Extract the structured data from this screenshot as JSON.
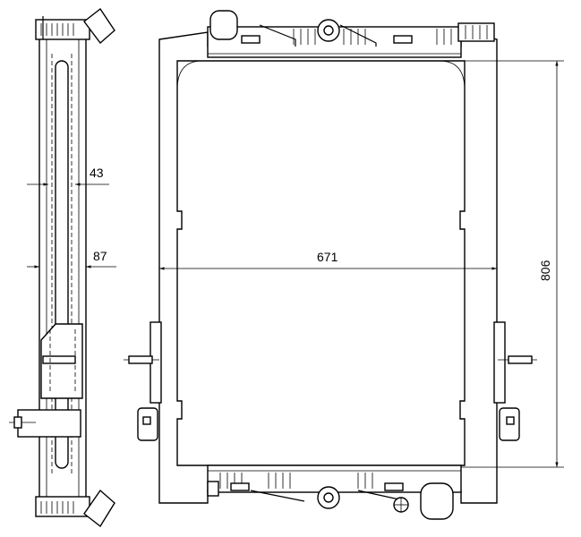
{
  "dimensions": {
    "depth_core": "43",
    "depth_total": "87",
    "width": "671",
    "height": "806"
  }
}
